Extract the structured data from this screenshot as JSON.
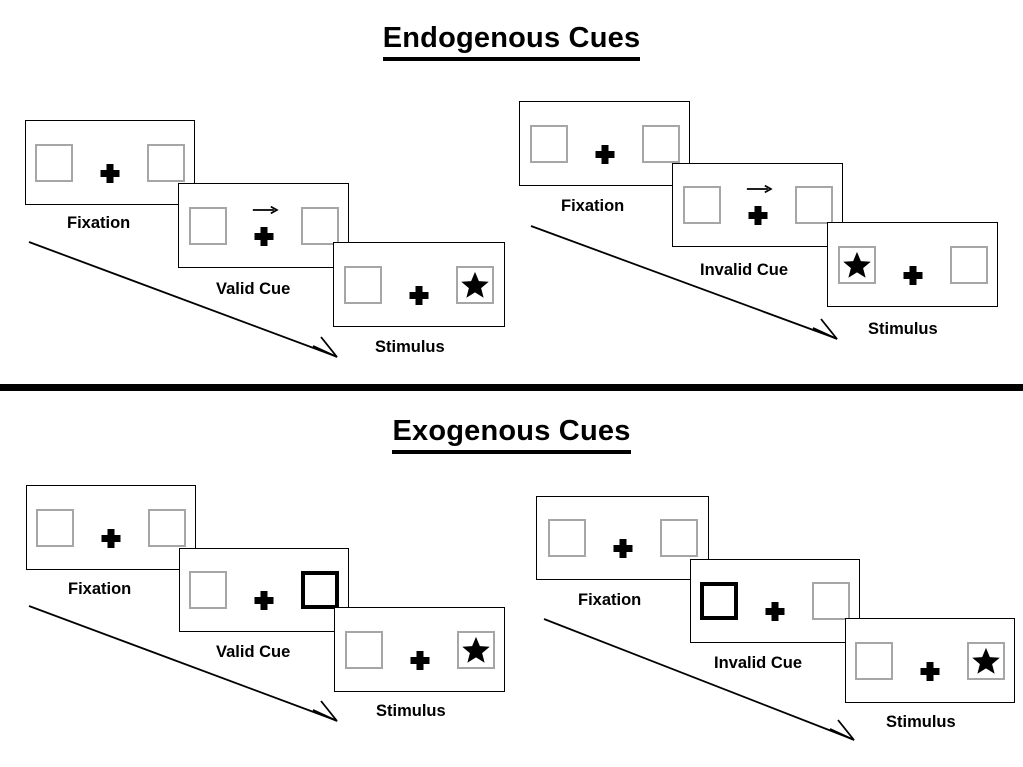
{
  "sections": [
    {
      "id": "endogenous",
      "title": "Endogenous Cues",
      "groups": [
        {
          "id": "endogenous-valid",
          "panels": [
            {
              "caption": "Fixation",
              "cue": "none",
              "cue_side": "",
              "stimulus_side": ""
            },
            {
              "caption": "Valid Cue",
              "cue": "arrow",
              "cue_side": "right",
              "stimulus_side": ""
            },
            {
              "caption": "Stimulus",
              "cue": "none",
              "cue_side": "",
              "stimulus_side": "right"
            }
          ]
        },
        {
          "id": "endogenous-invalid",
          "panels": [
            {
              "caption": "Fixation",
              "cue": "none",
              "cue_side": "",
              "stimulus_side": ""
            },
            {
              "caption": "Invalid Cue",
              "cue": "arrow",
              "cue_side": "right",
              "stimulus_side": ""
            },
            {
              "caption": "Stimulus",
              "cue": "none",
              "cue_side": "",
              "stimulus_side": "left"
            }
          ]
        }
      ]
    },
    {
      "id": "exogenous",
      "title": "Exogenous Cues",
      "groups": [
        {
          "id": "exogenous-valid",
          "panels": [
            {
              "caption": "Fixation",
              "cue": "none",
              "cue_side": "",
              "stimulus_side": ""
            },
            {
              "caption": "Valid Cue",
              "cue": "box",
              "cue_side": "right",
              "stimulus_side": ""
            },
            {
              "caption": "Stimulus",
              "cue": "none",
              "cue_side": "",
              "stimulus_side": "right"
            }
          ]
        },
        {
          "id": "exogenous-invalid",
          "panels": [
            {
              "caption": "Fixation",
              "cue": "none",
              "cue_side": "",
              "stimulus_side": ""
            },
            {
              "caption": "Invalid Cue",
              "cue": "box",
              "cue_side": "left",
              "stimulus_side": ""
            },
            {
              "caption": "Stimulus",
              "cue": "none",
              "cue_side": "",
              "stimulus_side": "right"
            }
          ]
        }
      ]
    }
  ],
  "icons": {
    "star": "star-icon",
    "cross": "fixation-cross-icon",
    "arrow_cue": "arrow-cue-icon",
    "flow_arrow": "time-flow-arrow-icon"
  },
  "colors": {
    "stroke": "#000000",
    "box_border": "#a6a6a6",
    "cued_box_border": "#000000",
    "background": "#ffffff"
  }
}
